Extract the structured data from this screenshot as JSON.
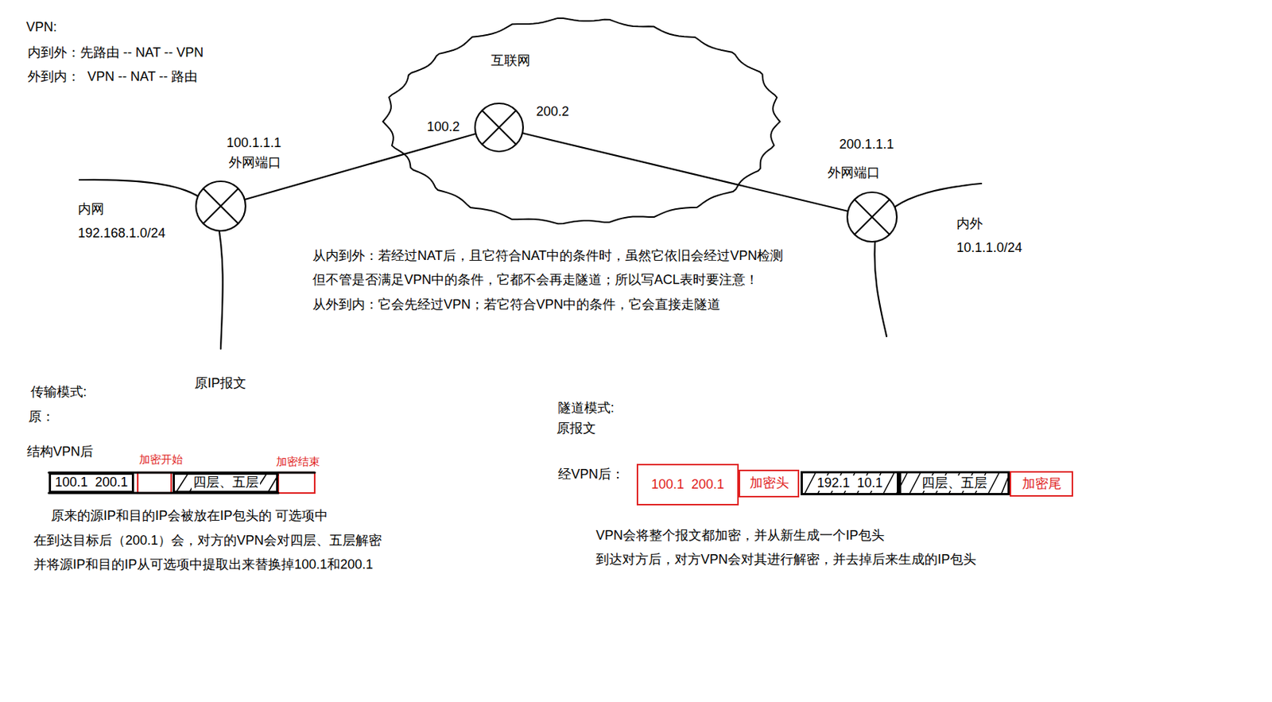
{
  "diagram": {
    "nodes": [
      {
        "text": [
          "互联网"
        ]
      },
      {
        "text": [
          "100.1  200.1"
        ]
      },
      {
        "text": [
          "四层、五层"
        ]
      },
      {
        "text": [
          "100.1  200.1"
        ]
      },
      {
        "text": [
          "加密头"
        ]
      },
      {
        "text": [
          "192.1  10.1"
        ]
      },
      {
        "text": [
          "四层、五层"
        ]
      },
      {
        "text": [
          "加密尾"
        ]
      }
    ],
    "labels": [
      "VPN:",
      "内到外：先路由 -- NAT -- VPN",
      "外到内：  VPN -- NAT -- 路由",
      "100.2",
      "200.2",
      "100.1.1.1",
      "外网端口",
      "内网",
      "192.168.1.0/24",
      "200.1.1.1",
      "外网端口",
      "内外",
      "10.1.1.0/24",
      "从内到外：若经过NAT后，且它符合NAT中的条件时，虽然它依旧会经过VPN检测",
      "但不管是否满足VPN中的条件，它都不会再走隧道；所以写ACL表时要注意！",
      "从外到内：它会先经过VPN；若它符合VPN中的条件，它会直接走隧道",
      "传输模式:",
      "原：",
      "原IP报文",
      "结构VPN后",
      "加密开始",
      "加密结束",
      "原来的源IP和目的IP会被放在IP包头的 可选项中",
      "在到达目标后（200.1）会，对方的VPN会对四层、五层解密",
      "并将源IP和目的IP从可选项中提取出来替换掉100.1和200.1",
      "隧道模式:",
      "原报文",
      "经VPN后：",
      "VPN会将整个报文都加密，并从新生成一个IP包头",
      "到达对方后，对方VPN会对其进行解密，并去掉后来生成的IP包头"
    ]
  }
}
